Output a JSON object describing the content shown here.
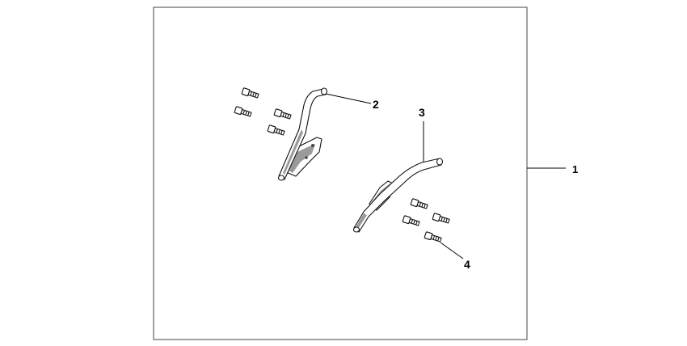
{
  "callouts": {
    "c1": "1",
    "c2": "2",
    "c3": "3",
    "c4": "4"
  },
  "colors": {
    "background": "#ffffff",
    "frame": "#444444",
    "part_shading": "#9a9a9a"
  }
}
